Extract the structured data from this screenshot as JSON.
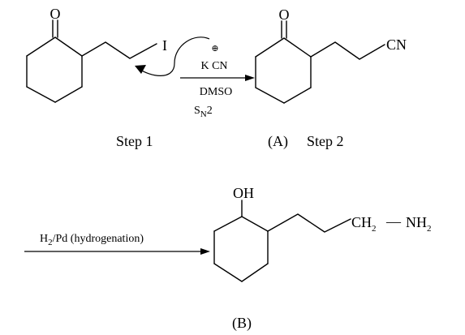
{
  "reactant": {
    "oxygen": "O",
    "halogen": "I"
  },
  "reagents": {
    "charge": "⊕",
    "reagent": "K CN",
    "solvent": "DMSO",
    "mechanism": "S",
    "mechanism_sub": "N",
    "mechanism_order": "2"
  },
  "product_a": {
    "oxygen": "O",
    "nitrile": "CN",
    "label": "(A)"
  },
  "step_labels": {
    "step1": "Step 1",
    "step2": "Step 2"
  },
  "hydrogenation": {
    "h": "H",
    "h_sub": "2",
    "rest": "/Pd (hydrogenation)"
  },
  "product_b": {
    "hydroxyl": "OH",
    "ch_base": "CH",
    "ch_sub": "2",
    "dash": "—",
    "nh_base": "NH",
    "nh_sub": "2",
    "label": "(B)"
  }
}
